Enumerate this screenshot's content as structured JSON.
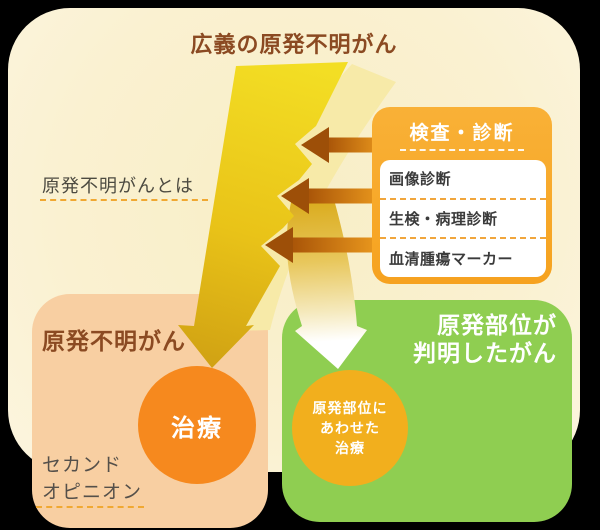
{
  "title": "広義の原発不明がん",
  "left_note": {
    "label": "原発不明がんとは"
  },
  "diagnosis_panel": {
    "header": "検査・診断",
    "items": [
      "画像診断",
      "生検・病理診断",
      "血清腫瘍マーカー"
    ]
  },
  "unknown_primary_box": {
    "title": "原発不明がん",
    "treatment_circle": "治療",
    "note_line1": "セカンド",
    "note_line2": "オピニオン"
  },
  "identified_box": {
    "title_line1": "原発部位が",
    "title_line2": "判明したがん",
    "circle_line1": "原発部位に",
    "circle_line2": "あわせた",
    "circle_line3": "治療"
  },
  "colors": {
    "outer_background": "#000000",
    "canvas_cream": "#FAF1D1",
    "title_brown": "#8B4A22",
    "main_arrow_yellow_top": "#F3DE24",
    "main_arrow_gold_tip": "#CFA013",
    "pale_band": "#F7EAA8",
    "branch_arrow_white": "#FFFFFF",
    "diagnosis_box_orange": "#F6A21F",
    "connector_head_brown": "#9D4F08",
    "connector_shaft_orange": "#F8A722",
    "unknown_primary_peach": "#F8CFA2",
    "treatment_circle_orange": "#F6891E",
    "identified_green": "#8FCE51",
    "identified_circle_amber": "#F2AF1D",
    "list_text_dark": "#3B3B3B",
    "dashed_line_orange": "#F0A832"
  }
}
